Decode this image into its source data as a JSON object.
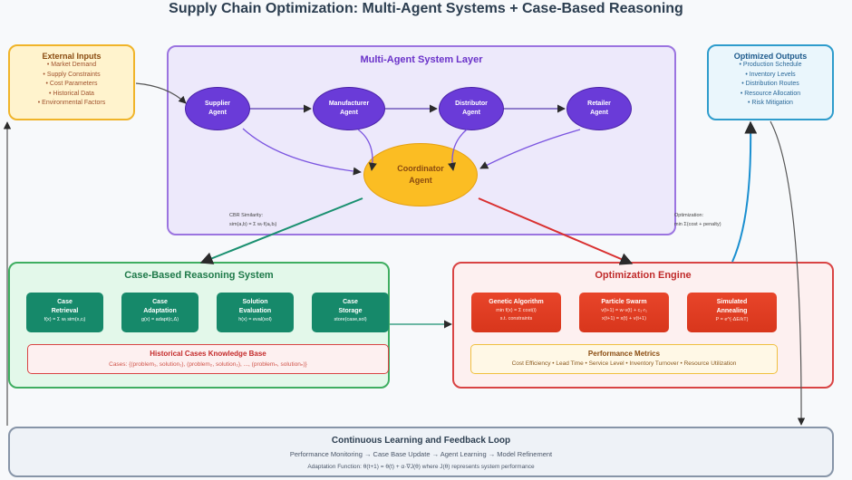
{
  "title": "Supply Chain Optimization: Multi-Agent Systems + Case-Based Reasoning",
  "external_inputs": {
    "heading": "External Inputs",
    "items": [
      "• Market Demand",
      "• Supply Constraints",
      "• Cost Parameters",
      "• Historical Data",
      "• Environmental Factors"
    ]
  },
  "optimized_outputs": {
    "heading": "Optimized Outputs",
    "items": [
      "• Production Schedule",
      "• Inventory Levels",
      "• Distribution Routes",
      "• Resource Allocation",
      "• Risk Mitigation"
    ]
  },
  "mas": {
    "heading": "Multi-Agent System Layer",
    "agents": [
      {
        "line1": "Supplier",
        "line2": "Agent"
      },
      {
        "line1": "Manufacturer",
        "line2": "Agent"
      },
      {
        "line1": "Distributor",
        "line2": "Agent"
      },
      {
        "line1": "Retailer",
        "line2": "Agent"
      }
    ],
    "coordinator": {
      "line1": "Coordinator",
      "line2": "Agent"
    },
    "cbr_note": {
      "line1": "CBR Similarity:",
      "line2": "sim(a,b) = Σ wᵢ·f(aᵢ,bᵢ)"
    },
    "opt_note": {
      "line1": "Optimization:",
      "line2": "min Σ(cost + penalty)"
    }
  },
  "cbr": {
    "heading": "Case-Based Reasoning System",
    "cards": [
      {
        "line1": "Case",
        "line2": "Retrieval",
        "formula": "f(x) = Σ wᵢ sim(x,cᵢ)"
      },
      {
        "line1": "Case",
        "line2": "Adaptation",
        "formula": "g(x) = adapt(c,Δ)"
      },
      {
        "line1": "Solution",
        "line2": "Evaluation",
        "formula": "h(x) = eval(sol)"
      },
      {
        "line1": "Case",
        "line2": "Storage",
        "formula": "store(case,sol)"
      }
    ],
    "knowledge_base": {
      "heading": "Historical Cases Knowledge Base",
      "text": "Cases: {(problem₁, solution₁), (problem₂, solution₂), ..., (problemₙ, solutionₙ)}"
    }
  },
  "optimization": {
    "heading": "Optimization Engine",
    "cards": [
      {
        "line1": "Genetic Algorithm",
        "f1": "min f(x) = Σ cost(i)",
        "f2": "s.t. constraints"
      },
      {
        "line1": "Particle Swarm",
        "f1": "v(t+1) = w·v(t) + c₁·r₁",
        "f2": "x(t+1) = x(t) + v(t+1)"
      },
      {
        "line1": "Simulated",
        "f1": "Annealing",
        "f2": "P = e^(-ΔE/kT)"
      }
    ],
    "metrics": {
      "heading": "Performance Metrics",
      "text": "Cost Efficiency • Lead Time • Service Level • Inventory Turnover • Resource Utilization"
    }
  },
  "loop": {
    "heading": "Continuous Learning and Feedback Loop",
    "line1": "Performance Monitoring → Case Base Update → Agent Learning → Model Refinement",
    "line2": "Adaptation Function: θ(t+1) = θ(t) + α·∇J(θ) where J(θ) represents system performance"
  },
  "colors": {
    "mas_accent": "#9b74e0",
    "cbr_accent": "#3fae61",
    "opt_accent": "#d94444",
    "coordinator": "#fbbd23",
    "agent": "#6a3bd8",
    "outputs_accent": "#2e9ccc"
  }
}
